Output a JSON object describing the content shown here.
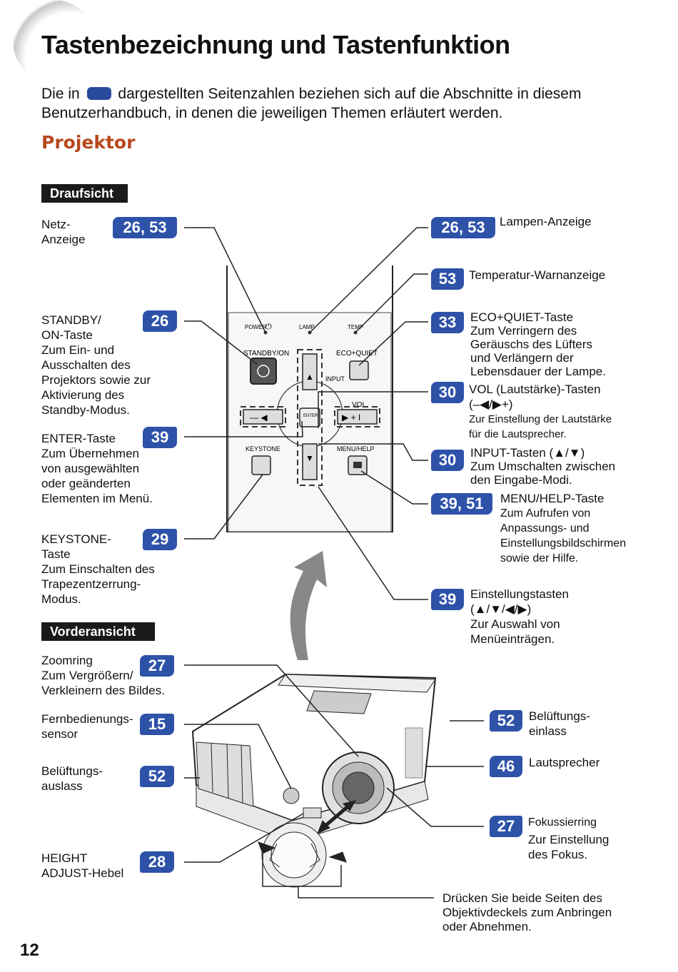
{
  "title": "Tastenbezeichnung und Tastenfunktion",
  "intro": {
    "before": "Die in",
    "after": "dargestellten Seitenzahlen beziehen sich auf die Abschnitte in diesem Benutzerhandbuch, in denen die jeweiligen Themen erläutert werden."
  },
  "heading": "Projektor",
  "sections": {
    "top": "Draufsicht",
    "front": "Vorderansicht"
  },
  "page_number": "12",
  "panel_labels": {
    "power": "POWER",
    "lamp": "LAMP",
    "temp": "TEMP",
    "standby": "STANDBY/ON",
    "eco": "ECO+QUIET",
    "input": "INPUT",
    "vol": "VOL",
    "enter": "ENTER",
    "keystone": "KEYSTONE",
    "menu": "MENU/HELP"
  },
  "left_callouts": {
    "netz": {
      "badge": "26, 53",
      "text": "Netz-\nAnzeige"
    },
    "standby": {
      "badge": "26",
      "text": "STANDBY/\nON-Taste\nZum Ein- und\nAusschalten des\nProjektors sowie zur\nAktivierung des\nStandby-Modus."
    },
    "enter": {
      "badge": "39",
      "text": "ENTER-Taste\nZum Übernehmen\nvon ausgewählten\noder geänderten\nElementen im Menü."
    },
    "keystone": {
      "badge": "29",
      "text": "KEYSTONE-\nTaste\nZum Einschalten des\nTrapezentzerrung-\nModus."
    },
    "zoom": {
      "badge": "27",
      "text": "Zoomring\nZum Vergrößern/\nVerkleinern des Bildes."
    },
    "remote": {
      "badge": "15",
      "text": "Fernbedienungs-\nsensor"
    },
    "vent_out": {
      "badge": "52",
      "text": "Belüftungs-\nauslass"
    },
    "height": {
      "badge": "28",
      "text": "HEIGHT\nADJUST-Hebel"
    }
  },
  "right_callouts": {
    "lamp": {
      "badge": "26, 53",
      "text": "Lampen-Anzeige"
    },
    "temp": {
      "badge": "53",
      "text": "Temperatur-Warnanzeige"
    },
    "eco": {
      "badge": "33",
      "text": "ECO+QUIET-Taste\nZum Verringern des\nGeräuschs des Lüfters\nund Verlängern der\nLebensdauer der Lampe."
    },
    "vol": {
      "badge": "30",
      "title": "VOL (Lautstärke)-Tasten\n(–◀/▶+)",
      "text": "Zur Einstellung der Lautstärke\nfür die Lautsprecher."
    },
    "input": {
      "badge": "30",
      "text": "INPUT-Tasten (▲/▼)\nZum Umschalten zwischen\nden Eingabe-Modi."
    },
    "menu": {
      "badge": "39, 51",
      "title": "MENU/HELP-Taste",
      "text": "Zum Aufrufen von\nAnpassungs- und\nEinstellungsbildschirmen\nsowie der Hilfe."
    },
    "adjust": {
      "badge": "39",
      "text": "Einstellungstasten\n(▲/▼/◀/▶)\nZur Auswahl von\nMenüeinträgen."
    },
    "vent_in": {
      "badge": "52",
      "text": "Belüftungs-\neinlass"
    },
    "speaker": {
      "badge": "46",
      "text": "Lautsprecher"
    },
    "focus": {
      "badge": "27",
      "title": "Fokussierring",
      "text": "Zur Einstellung\ndes Fokus."
    }
  },
  "cap_note": "Drücken Sie beide Seiten des\nObjektivdeckels zum Anbringen\noder Abnehmen.",
  "colors": {
    "badge": "#2d52a8",
    "heading": "#b8481c",
    "section_bar": "#1a1a1a"
  }
}
